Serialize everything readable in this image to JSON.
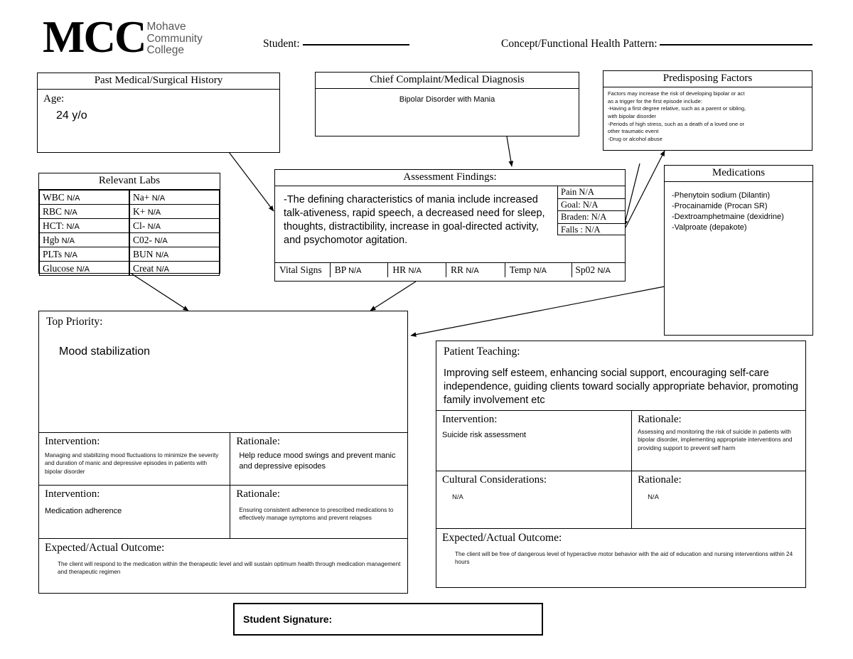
{
  "logo": {
    "acronym": "MCC",
    "line1": "Mohave",
    "line2": "Community",
    "line3": "College"
  },
  "header": {
    "student_label": "Student:",
    "concept_label": "Concept/Functional Health Pattern:"
  },
  "past_medical": {
    "title": "Past Medical/Surgical History",
    "age_label": "Age:",
    "age_value": "24 y/o"
  },
  "chief_complaint": {
    "title": "Chief Complaint/Medical Diagnosis",
    "value": "Bipolar Disorder with Mania"
  },
  "predisposing": {
    "title": "Predisposing Factors",
    "lines": [
      "Factors may increase the risk of developing bipolar or act",
      "as a trigger for the first episode include:",
      "-Having a first degree relative, such as a parent or sibling,",
      "with bipolar disorder",
      "-Periods of high stress, such as a death of a loved one or",
      "other traumatic event",
      "-Drug or alcohol abuse"
    ]
  },
  "labs": {
    "title": "Relevant Labs",
    "left": [
      {
        "name": "WBC",
        "value": "N/A"
      },
      {
        "name": "RBC",
        "value": "N/A"
      },
      {
        "name": "HCT:",
        "value": "N/A"
      },
      {
        "name": "Hgb",
        "value": "N/A"
      },
      {
        "name": "PLTs",
        "value": "N/A"
      },
      {
        "name": "Glucose",
        "value": "N/A"
      }
    ],
    "right": [
      {
        "name": "Na+",
        "value": "N/A"
      },
      {
        "name": "K+",
        "value": "N/A"
      },
      {
        "name": "Cl-",
        "value": "N/A"
      },
      {
        "name": "C02-",
        "value": "N/A"
      },
      {
        "name": "BUN",
        "value": "N/A"
      },
      {
        "name": "Creat",
        "value": "N/A"
      }
    ]
  },
  "assessment": {
    "title": "Assessment Findings:",
    "body": "-The defining characteristics of mania include increased talk-ativeness, rapid speech, a decreased need for sleep, thoughts, distractibility, increase in goal-directed activity, and psychomotor agitation.",
    "scores": [
      {
        "label": "Pain",
        "value": "N/A"
      },
      {
        "label": "Goal:",
        "value": "N/A"
      },
      {
        "label": "Braden:",
        "value": "N/A"
      },
      {
        "label": "Falls :",
        "value": "N/A"
      }
    ],
    "vitals_label": "Vital Signs",
    "vitals": [
      {
        "label": "BP",
        "value": "N/A"
      },
      {
        "label": "HR",
        "value": "N/A"
      },
      {
        "label": "RR",
        "value": "N/A"
      },
      {
        "label": "Temp",
        "value": "N/A"
      },
      {
        "label": "Sp02",
        "value": "N/A"
      }
    ]
  },
  "medications": {
    "title": "Medications",
    "items": [
      "-Phenytoin sodium (Dilantin)",
      "-Procainamide (Procan SR)",
      "-Dextroamphetmaine (dexidrine)",
      "-Valproate (depakote)"
    ]
  },
  "top_priority": {
    "title": "Top Priority:",
    "value": "Mood stabilization",
    "rows": [
      {
        "intervention_label": "Intervention:",
        "intervention_text": "Managing and stabilizing mood fluctuations to minimize the severity and duration of manic and depressive episodes in patients with bipolar disorder",
        "rationale_label": "Rationale:",
        "rationale_text": "Help reduce mood swings and prevent manic and depressive episodes"
      },
      {
        "intervention_label": "Intervention:",
        "intervention_text": "Medication adherence",
        "rationale_label": "Rationale:",
        "rationale_text": "Ensuring consistent adherence to prescribed medications to effectively manage symptoms and prevent relapses"
      }
    ],
    "outcome_label": "Expected/Actual Outcome:",
    "outcome_text": "The client will respond to the medication within the therapeutic level and will sustain optimum health through medication management and therapeutic regimen"
  },
  "patient_teaching": {
    "title": "Patient Teaching:",
    "value": "Improving self esteem, enhancing social support, encouraging self-care independence, guiding clients toward socially appropriate behavior, promoting family involvement etc",
    "intervention_label": "Intervention:",
    "intervention_text": "Suicide risk assessment",
    "rationale_label": "Rationale:",
    "rationale_text": "Assessing and monitoring the risk of suicide in patients with bipolar disorder, implementing appropriate interventions and providing support to prevent self harm",
    "cultural_label": "Cultural Considerations:",
    "cultural_text": "N/A",
    "cultural_rationale_label": "Rationale:",
    "cultural_rationale_text": "N/A",
    "outcome_label": "Expected/Actual Outcome:",
    "outcome_text": "The client will be free of dangerous level of hyperactive motor behavior with the aid of education and nursing interventions within 24 hours"
  },
  "signature": {
    "label": "Student Signature:"
  }
}
